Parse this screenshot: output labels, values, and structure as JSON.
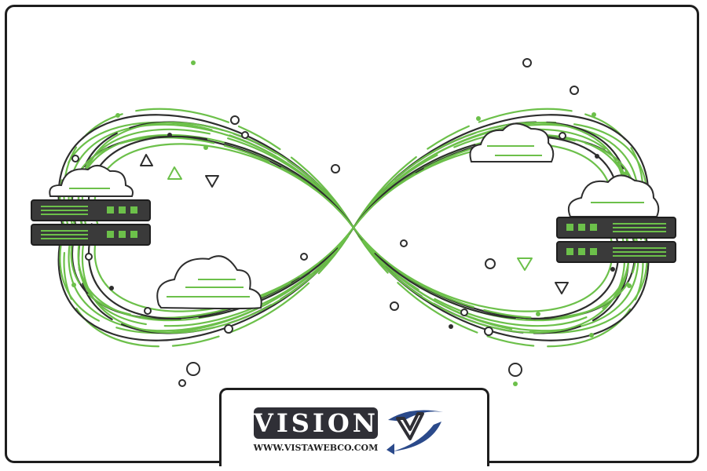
{
  "illustration": {
    "subject": "infinity-loop-network",
    "icons": [
      "server-rack-icon",
      "cloud-icon",
      "triangle-marker-icon"
    ],
    "colors": {
      "green": "#6cc04a",
      "dark": "#2e2e2e",
      "server_body": "#3a3a3a"
    }
  },
  "logo": {
    "wordmark": "VISION",
    "url": "WWW.VISTAWEBCO.COM",
    "colors": {
      "badge": "#2f2f36",
      "swoosh_blue": "#2b4a8b"
    }
  }
}
